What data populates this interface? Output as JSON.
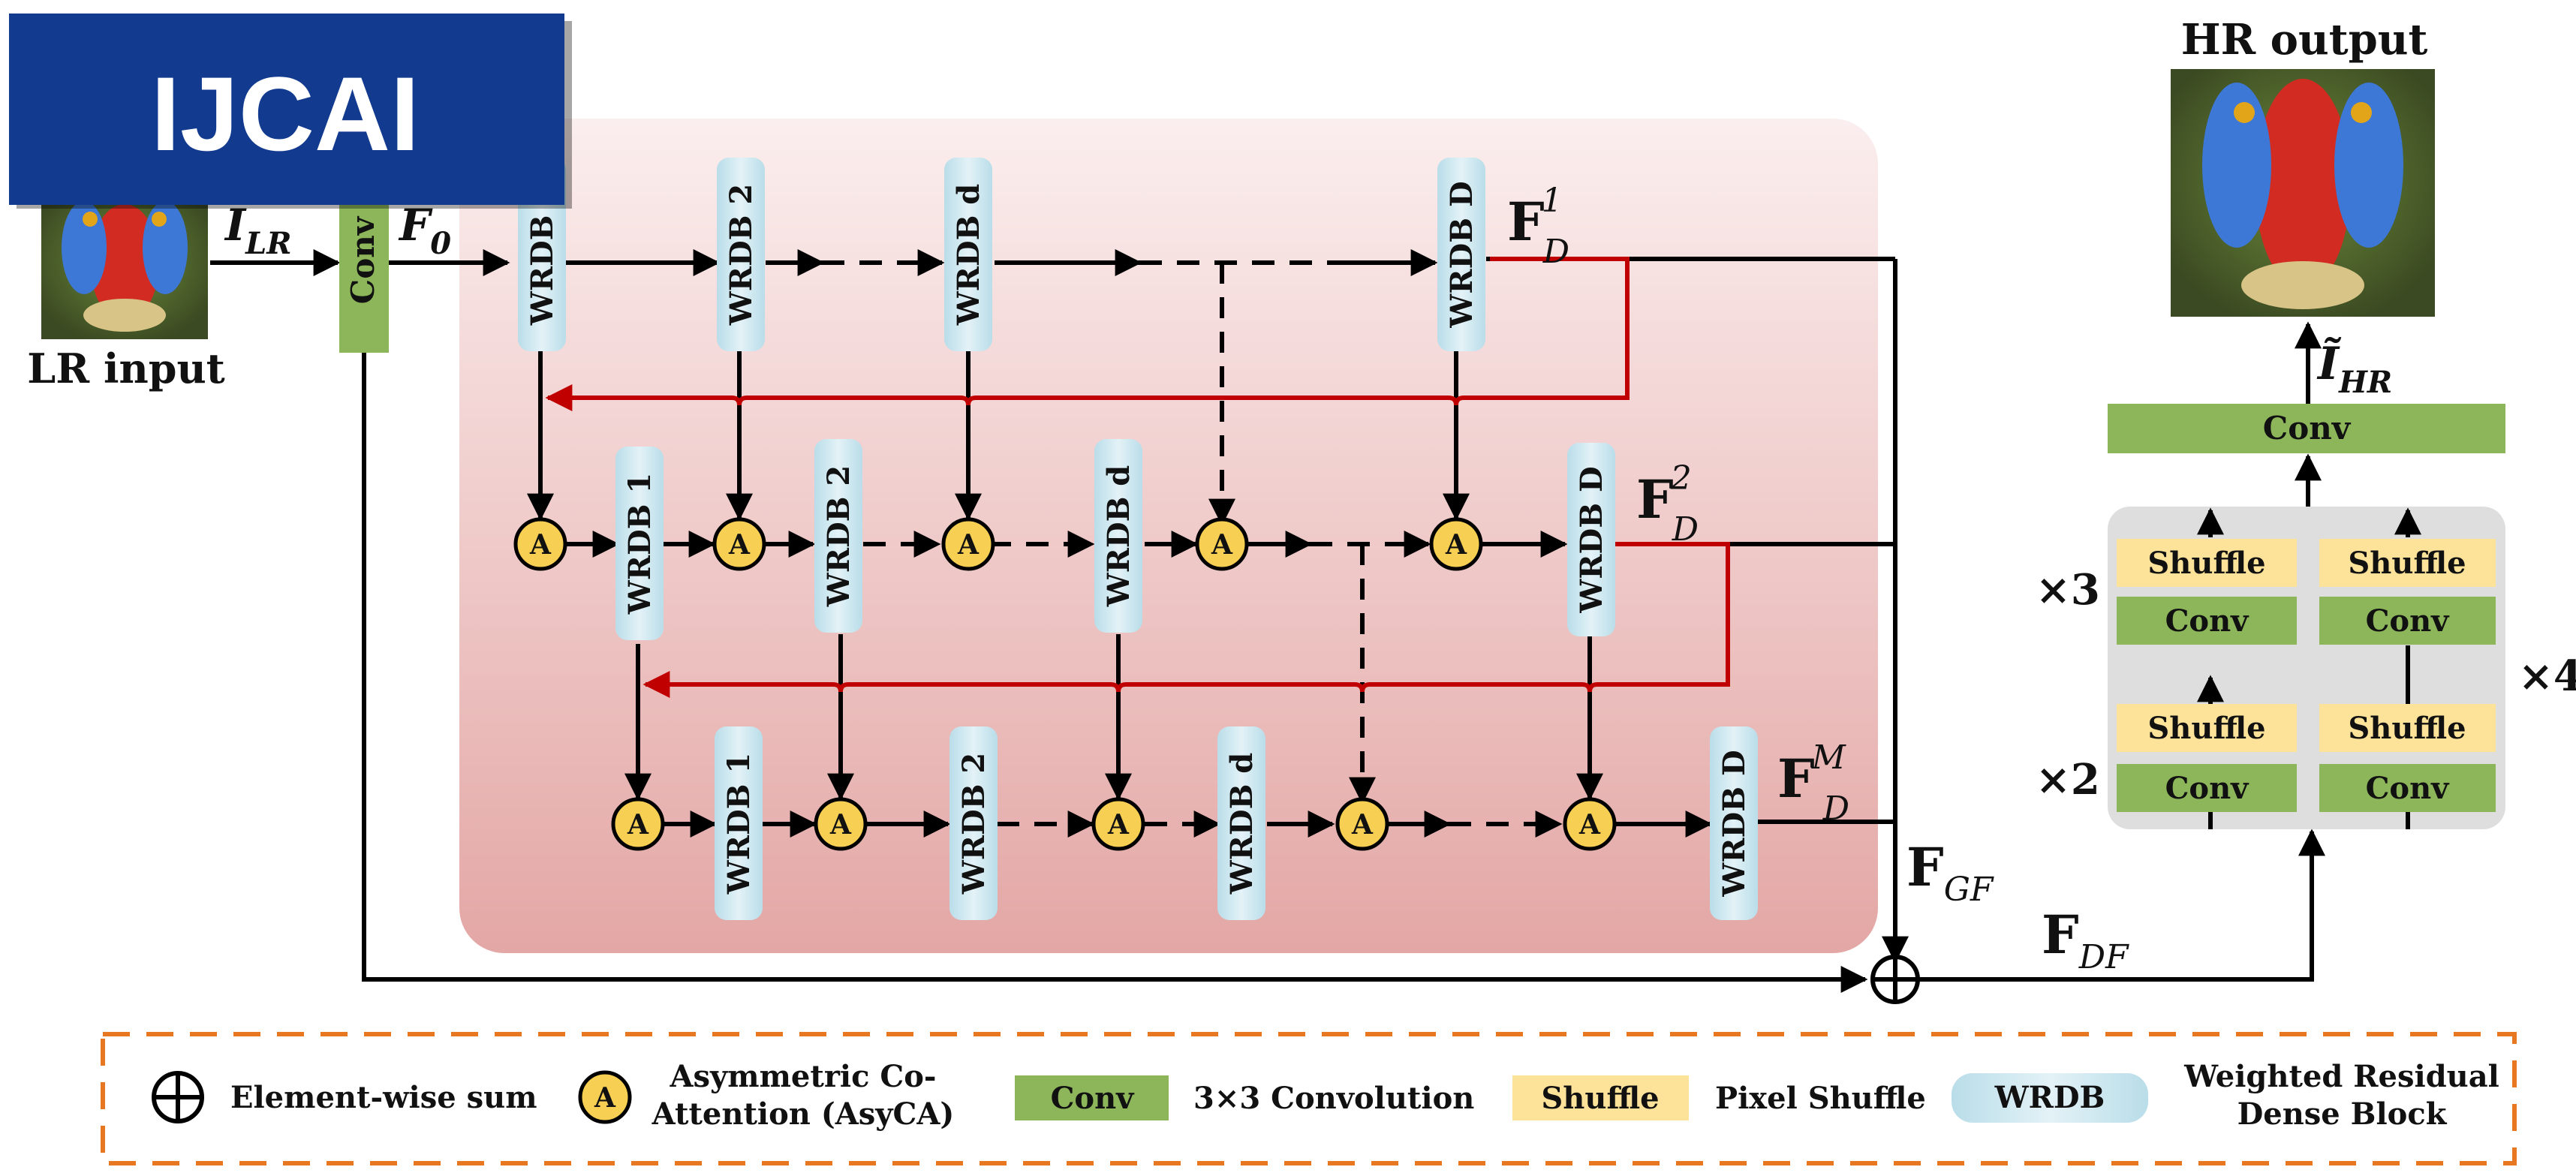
{
  "badge": {
    "text": "IJCAI",
    "color": "#123a8f"
  },
  "colors": {
    "conv": "#8db65a",
    "shuffle": "#fde39a",
    "wrdb": "#cde7f0",
    "attention": "#f7cf53",
    "feedback": "#c00000",
    "legend_border": "#e87722",
    "panel_top": "#fbeeee",
    "panel_bottom": "#e3a7a5",
    "upsample_panel": "#dedede"
  },
  "input": {
    "label": "LR input",
    "var_main": "I",
    "var_sub": "LR"
  },
  "output": {
    "label": "HR output",
    "var_main": "Ĩ",
    "var_sub": "HR"
  },
  "head_conv": {
    "label": "Conv"
  },
  "f0": {
    "main": "F",
    "sub": "0"
  },
  "rows": [
    {
      "blocks": [
        "WRDB 1",
        "WRDB 2",
        "WRDB d",
        "WRDB D"
      ],
      "out_main": "F",
      "out_sub": "D",
      "out_sup": "1"
    },
    {
      "blocks": [
        "WRDB 1",
        "WRDB 2",
        "WRDB d",
        "WRDB D"
      ],
      "out_main": "F",
      "out_sub": "D",
      "out_sup": "2"
    },
    {
      "blocks": [
        "WRDB 1",
        "WRDB 2",
        "WRDB d",
        "WRDB D"
      ],
      "out_main": "F",
      "out_sub": "D",
      "out_sup": "M"
    }
  ],
  "attention_symbol": "A",
  "fgf": {
    "main": "F",
    "sub": "GF"
  },
  "fdf": {
    "main": "F",
    "sub": "DF"
  },
  "upsample": {
    "conv": "Conv",
    "shuffle": "Shuffle",
    "times3": "×3",
    "times2": "×2",
    "times4": "×4"
  },
  "legend": {
    "sum": "Element-wise sum",
    "attention_line1": "Asymmetric Co-",
    "attention_line2": "Attention (AsyCA)",
    "conv_tag": "Conv",
    "conv_desc": "3×3 Convolution",
    "shuffle_tag": "Shuffle",
    "shuffle_desc": "Pixel Shuffle",
    "wrdb_tag": "WRDB",
    "wrdb_line1": "Weighted Residual",
    "wrdb_line2": "Dense Block"
  }
}
